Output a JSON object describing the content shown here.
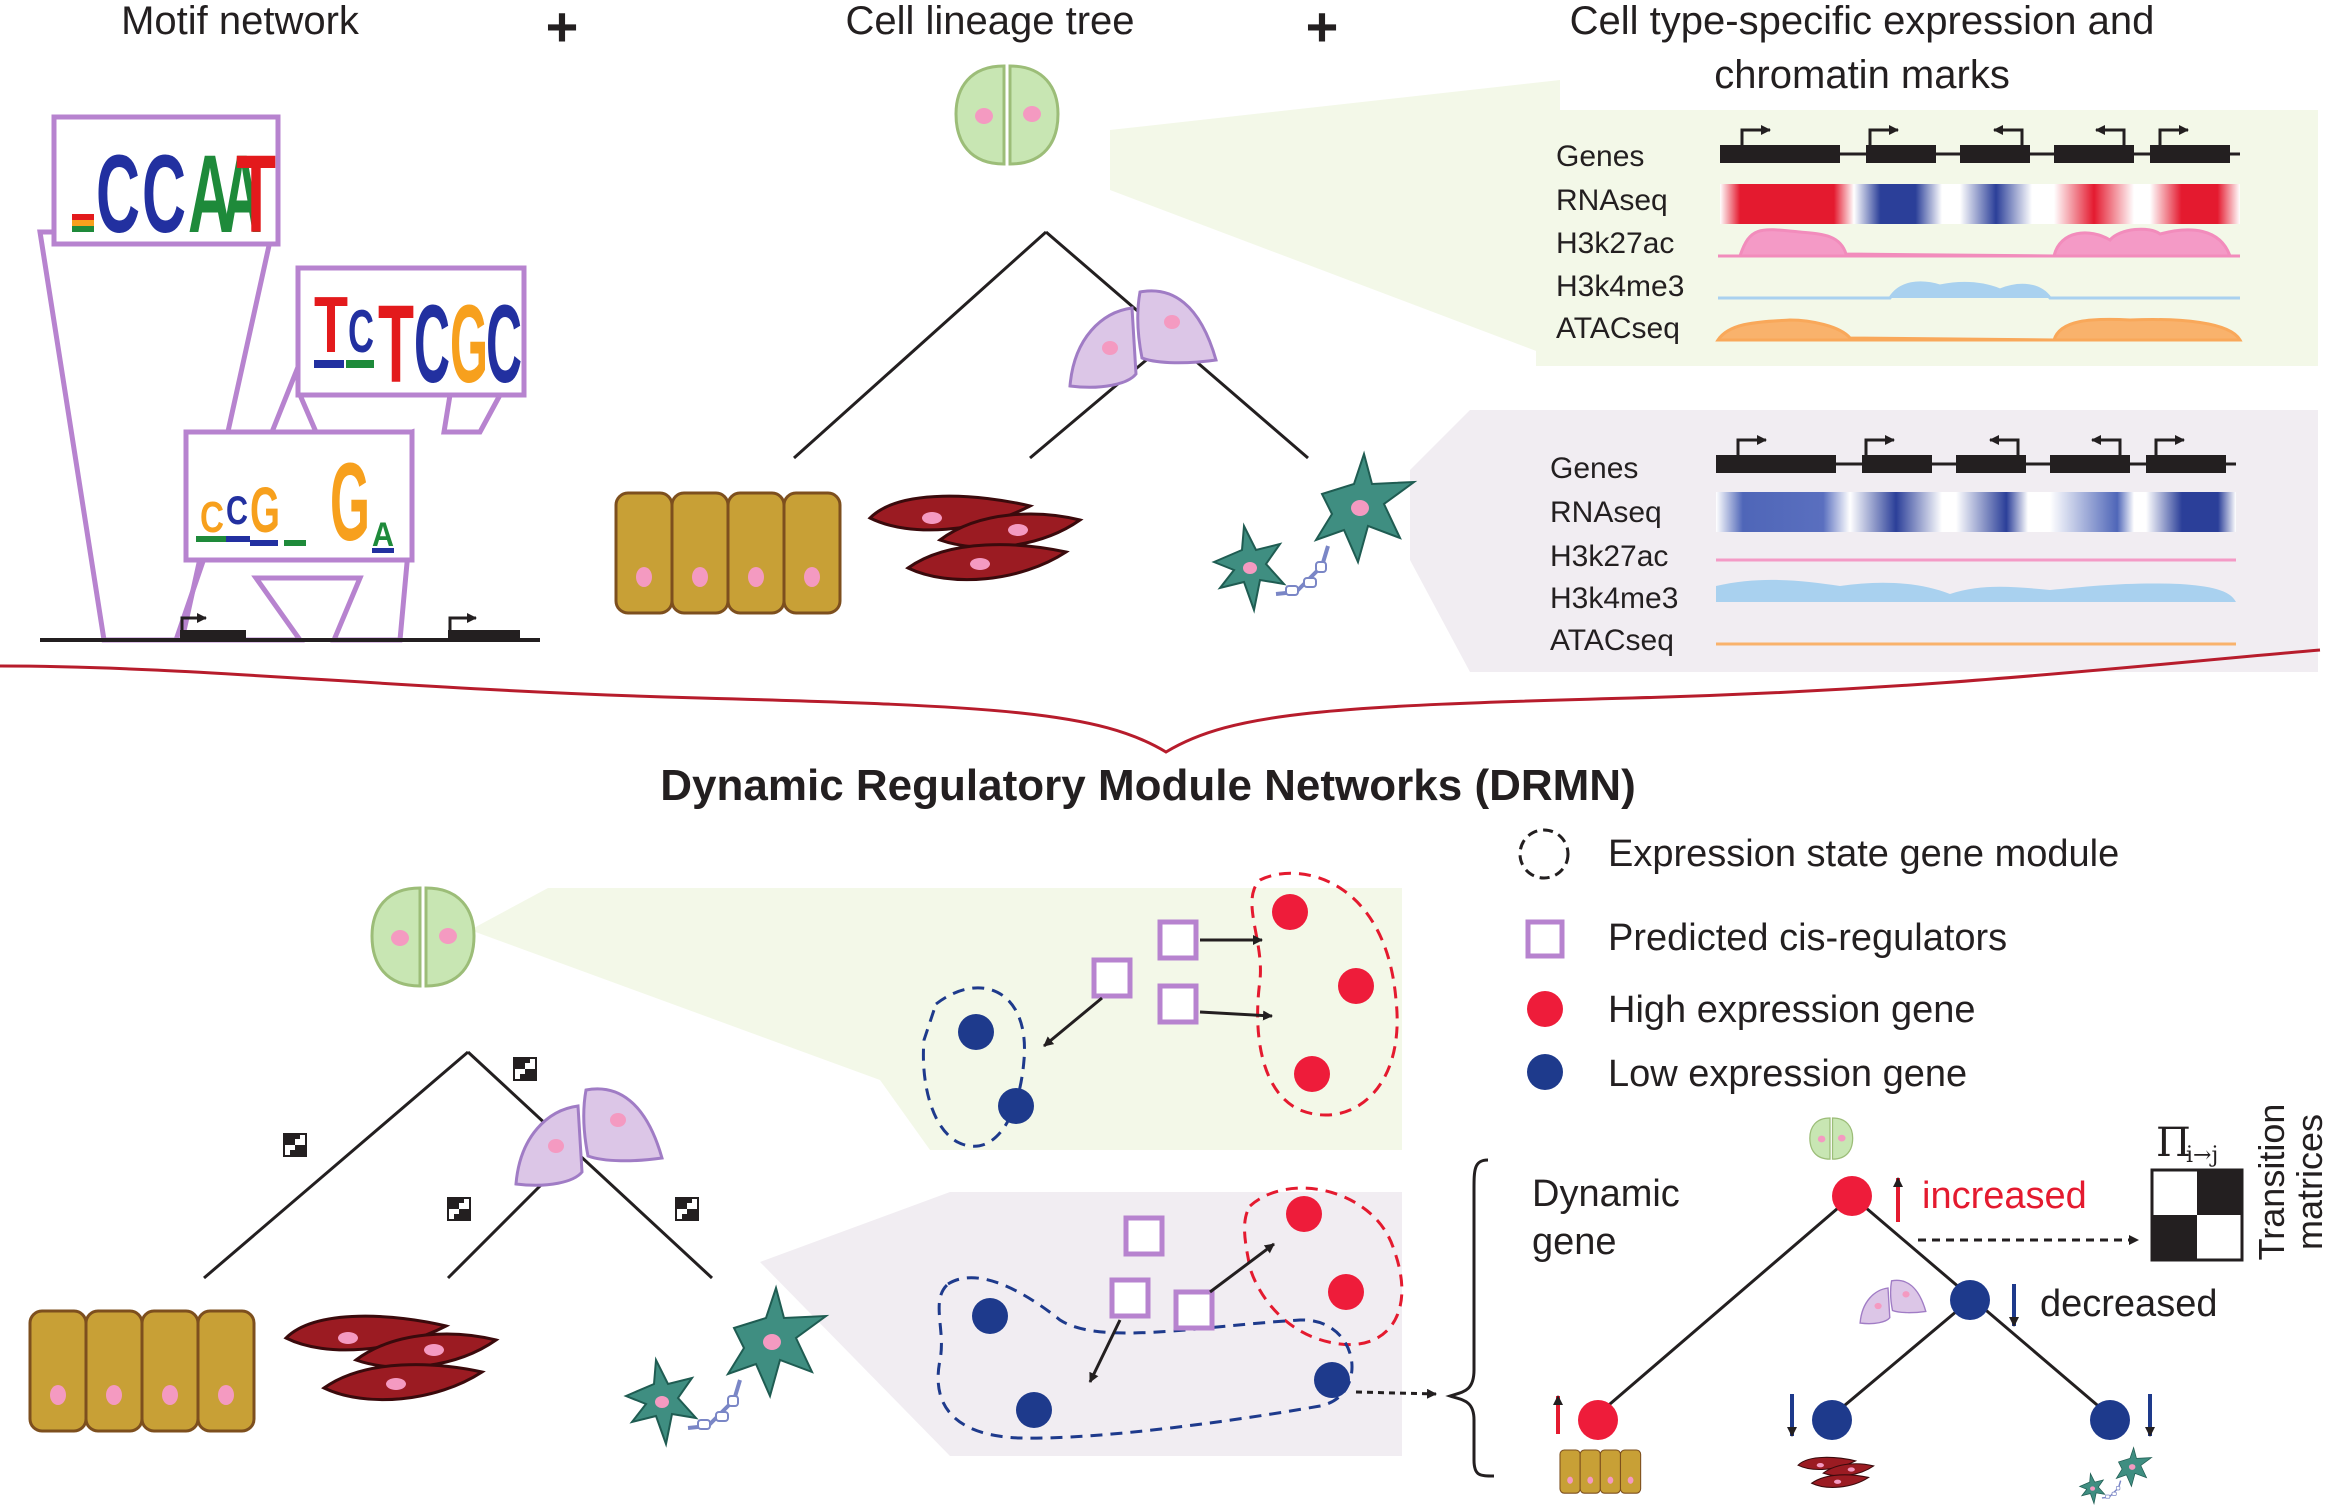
{
  "top": {
    "motif_title": "Motif network",
    "lineage_title": "Cell lineage tree",
    "expression_title_line1": "Cell type-specific expression and",
    "expression_title_line2": "chromatin marks",
    "plus": "+",
    "motif1": [
      "C",
      "C",
      "A",
      "A",
      "T"
    ],
    "motif2": [
      "T",
      "C",
      "T",
      "C",
      "G",
      "C"
    ],
    "motif3": [
      "C",
      "C",
      "G",
      "G",
      "A"
    ],
    "track_labels": [
      "Genes",
      "RNAseq",
      "H3k27ac",
      "H3k4me3",
      "ATACseq"
    ]
  },
  "bottom": {
    "title": "Dynamic Regulatory Module Networks (DRMN)",
    "legend": [
      "Expression state gene module",
      "Predicted cis-regulators",
      "High expression gene",
      "Low expression gene"
    ],
    "dynamic_gene_line1": "Dynamic",
    "dynamic_gene_line2": "gene",
    "increased": "increased",
    "decreased": "decreased",
    "pi_symbol": "Π",
    "pi_subscript": "i→j",
    "transition_line1": "Transition",
    "transition_line2": "matrices"
  },
  "colors": {
    "motif_frame": "#b783cf",
    "green_cell": "#c8e6b3",
    "purple_cell": "#dcc6e7",
    "epithelial": "#c8a036",
    "muscle": "#9b1b22",
    "neuron": "#3f8e81",
    "nucleus": "#f49ac1",
    "green_panel": "#f3f8e8",
    "purple_panel": "#f1edf2",
    "high": "#ee1c3a",
    "low": "#1e3a8c",
    "h3k27ac": "#f49ac6",
    "h3k4me3": "#a9d1ef",
    "atac": "#f9b26c"
  }
}
